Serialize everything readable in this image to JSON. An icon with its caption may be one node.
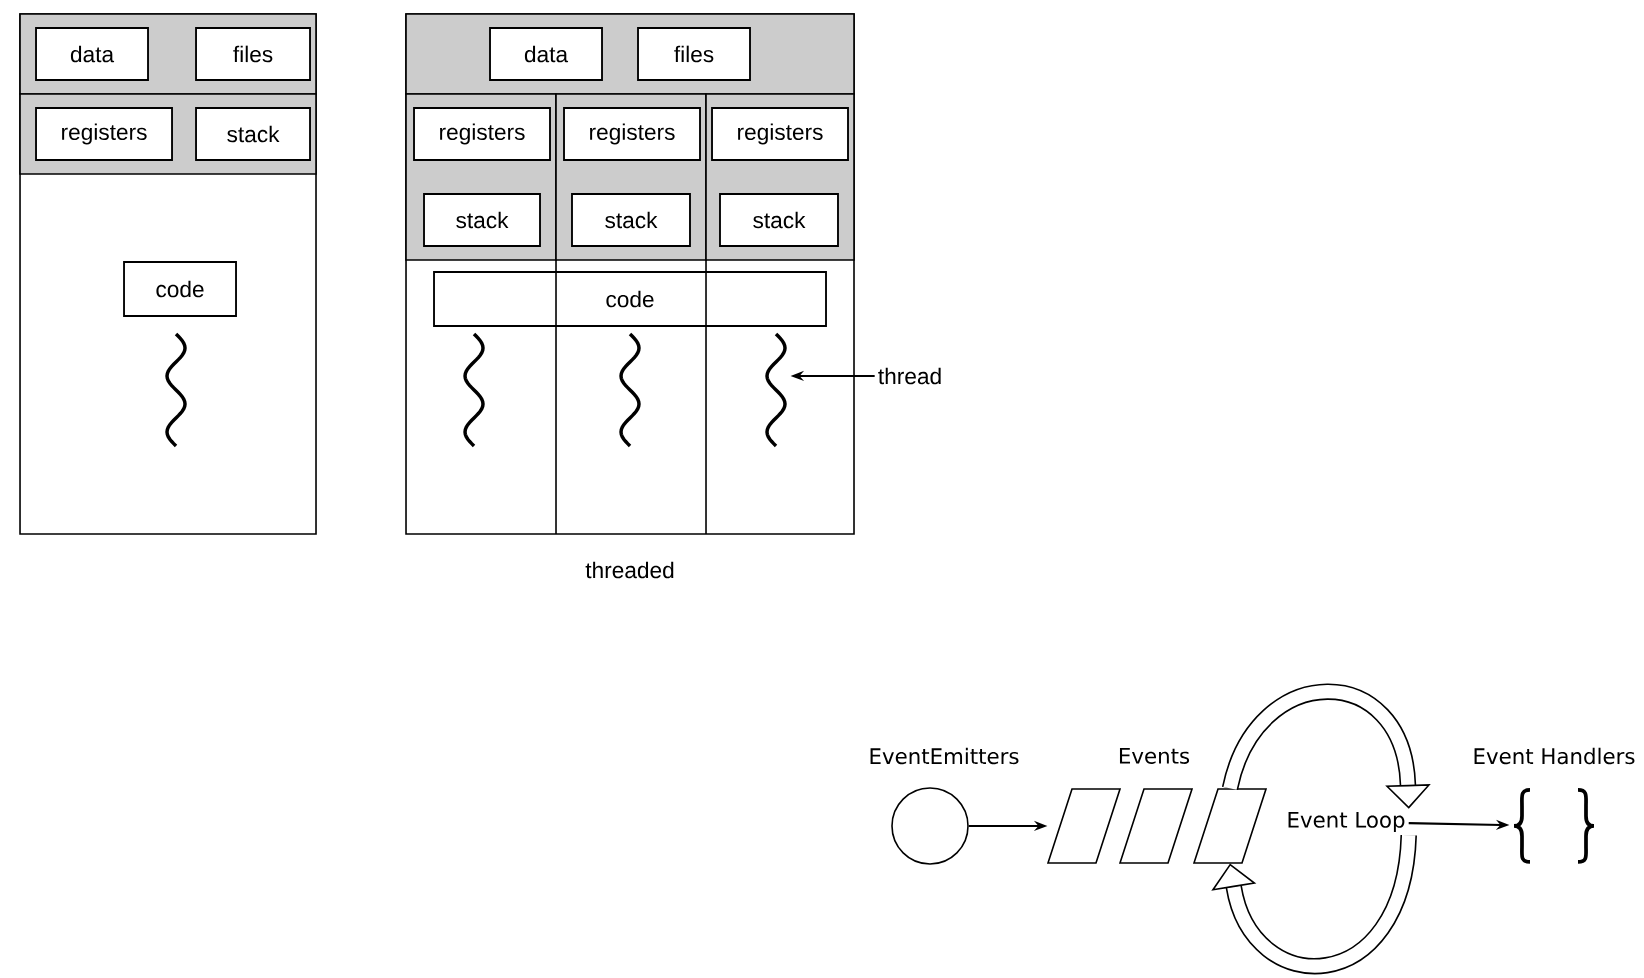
{
  "diagram": {
    "nodes": [
      {
        "text": [],
        "shape": "box"
      },
      {
        "text": [
          "data"
        ],
        "in": 0
      },
      {
        "text": [
          "files"
        ],
        "in": 0
      },
      {
        "text": [
          "registers"
        ],
        "in": 0
      },
      {
        "text": [
          "stack"
        ],
        "in": 0
      },
      {
        "text": [
          "code"
        ],
        "in": 0
      },
      {
        "text": [],
        "shape": "wave",
        "in": 0
      },
      {
        "text": [],
        "shape": "box",
        "beside": [
          "threaded"
        ]
      },
      {
        "text": [
          "data"
        ],
        "in": 7
      },
      {
        "text": [
          "files"
        ],
        "in": 7
      },
      {
        "text": [
          "registers"
        ],
        "in": 7
      },
      {
        "text": [
          "registers"
        ],
        "in": 7
      },
      {
        "text": [
          "registers"
        ],
        "in": 7
      },
      {
        "text": [
          "stack"
        ],
        "in": 7
      },
      {
        "text": [
          "stack"
        ],
        "in": 7
      },
      {
        "text": [
          "stack"
        ],
        "in": 7
      },
      {
        "text": [
          "code"
        ],
        "in": 7
      },
      {
        "text": [],
        "shape": "wave",
        "in": 7
      },
      {
        "text": [],
        "shape": "wave",
        "in": 7
      },
      {
        "text": [],
        "shape": "wave",
        "in": 7
      },
      {
        "text": [
          "thread"
        ]
      },
      {
        "text": [
          "EventEmitters"
        ]
      },
      {
        "text": [],
        "shape": "parallelogram"
      },
      {
        "text": [],
        "shape": "parallelogram"
      },
      {
        "text": [],
        "shape": "parallelogram"
      },
      {
        "text": [
          "Event Loop"
        ]
      },
      {
        "text": [
          "Event Handlers"
        ]
      }
    ],
    "edges": [
      {
        "from": 20,
        "to": 19,
        "arrow": "to"
      },
      {
        "from": 21,
        "to": 22,
        "arrow": "to"
      },
      {
        "from": 24,
        "to": 25,
        "arrow": "to",
        "style": "thick"
      },
      {
        "from": 25,
        "to": 24,
        "arrow": "to",
        "style": "thick"
      },
      {
        "from": 25,
        "to": 26,
        "arrow": "to"
      }
    ],
    "labels": [
      "Events"
    ]
  }
}
